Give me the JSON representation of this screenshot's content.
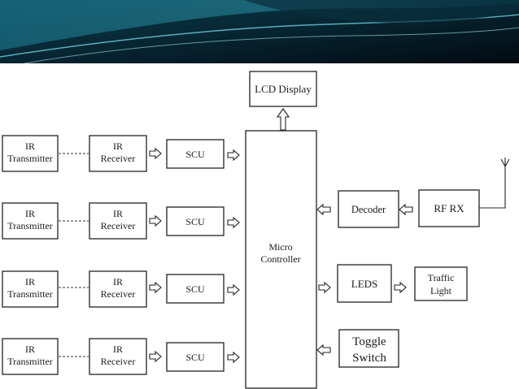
{
  "diagram": {
    "lcd_display": "LCD Display",
    "micro_controller": [
      "Micro",
      "Controller"
    ],
    "ir_transmitter": [
      "IR",
      "Transmitter"
    ],
    "ir_receiver": [
      "IR",
      "Receiver"
    ],
    "scu": "SCU",
    "decoder": "Decoder",
    "rf_rx": "RF RX",
    "leds": "LEDS",
    "traffic_light": [
      "Traffic",
      "Light"
    ],
    "toggle_switch": [
      "Toggle",
      "Switch"
    ]
  },
  "colors": {
    "banner_dark": "#041722",
    "banner_wave": "#1d7a8c",
    "line": "#222222"
  }
}
